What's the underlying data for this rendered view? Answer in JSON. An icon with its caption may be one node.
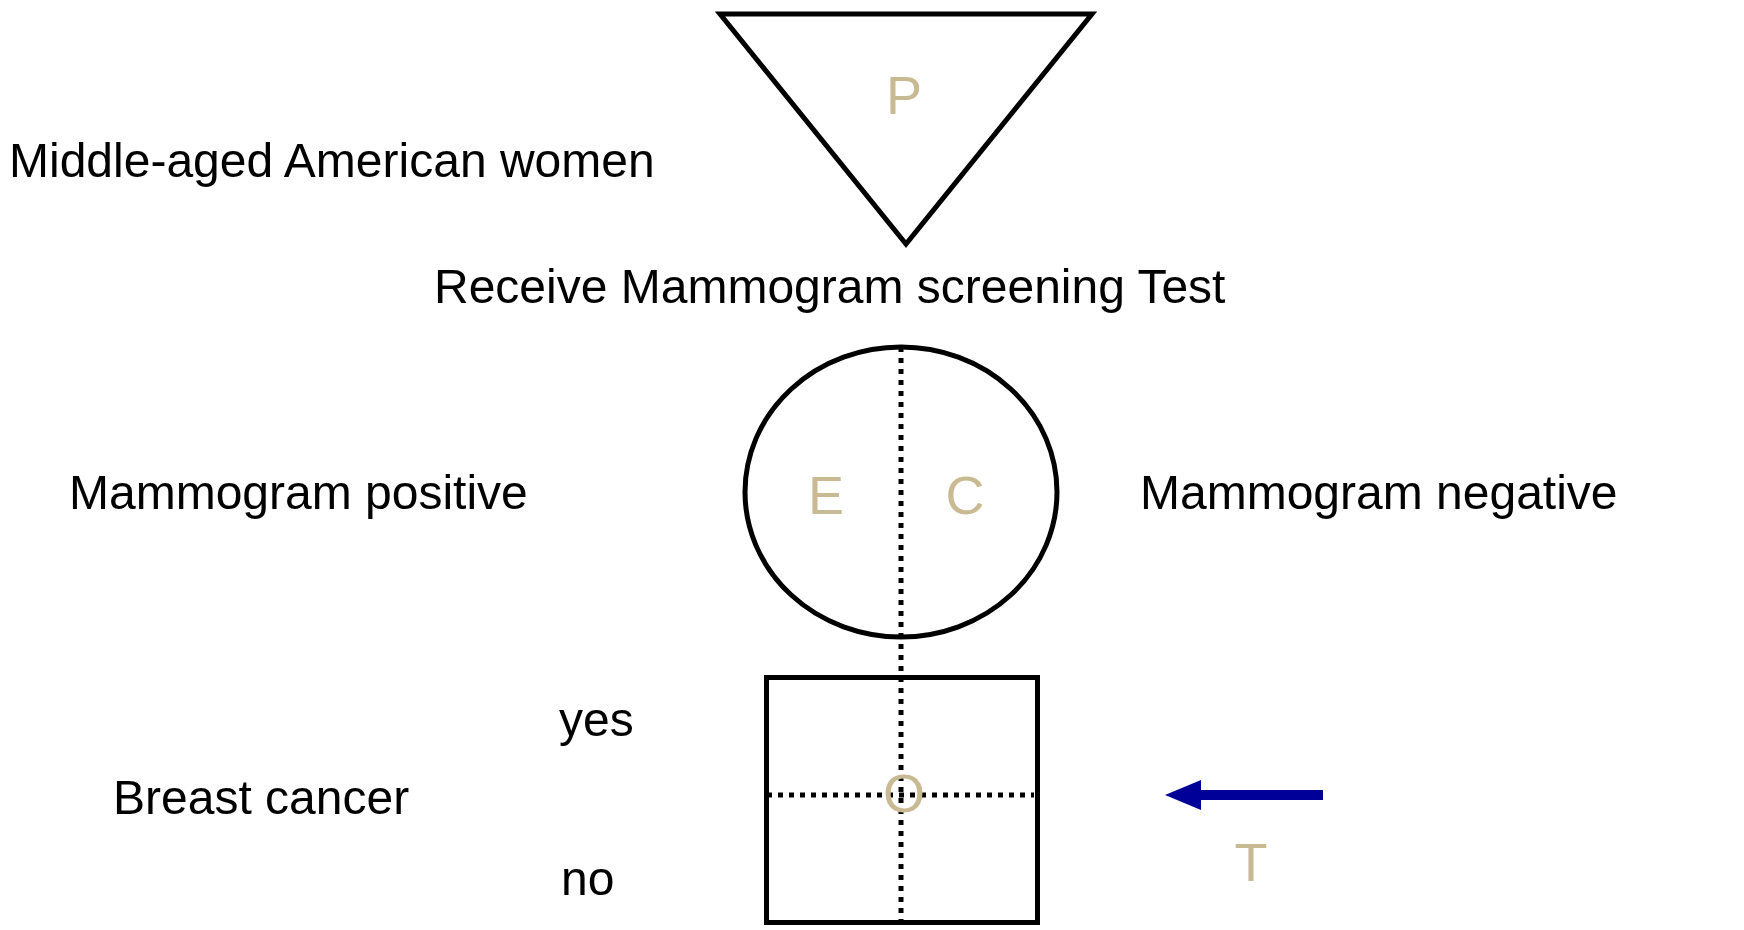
{
  "diagram": {
    "nodes": [
      {
        "text": [
          "P"
        ],
        "beside": [
          "Middle-aged American women"
        ]
      },
      {
        "text": [
          "E",
          "C"
        ]
      },
      {
        "text": [
          "O"
        ]
      }
    ],
    "labels": [
      "Receive Mammogram screening Test",
      "Mammogram positive",
      "Mammogram negative",
      "yes",
      "Breast cancer",
      "no",
      "T"
    ]
  }
}
